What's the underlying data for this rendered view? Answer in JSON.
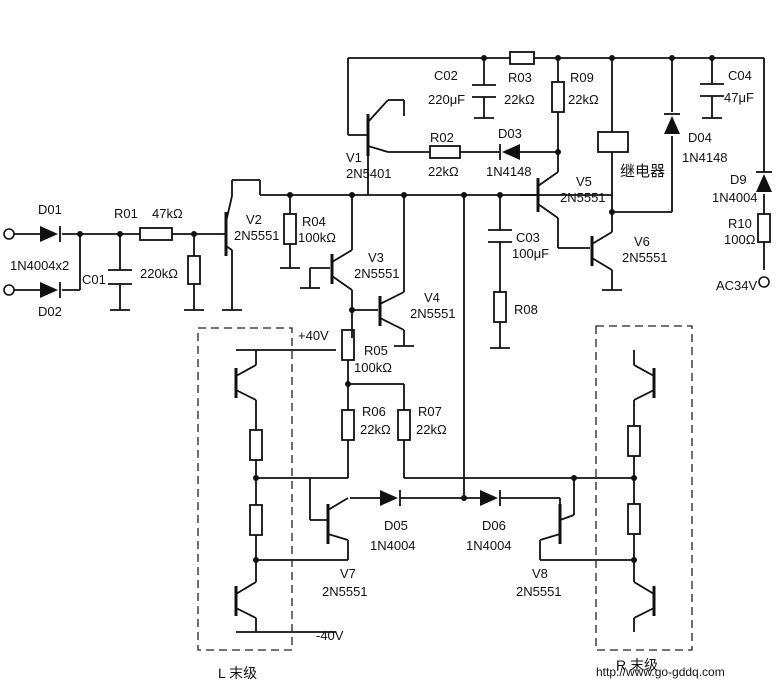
{
  "caption_left": "L 末级",
  "caption_right": "R 末级",
  "watermark": "http://www.go-gddq.com",
  "supply_pos": "+40V",
  "supply_neg": "-40V",
  "ac_input": "AC34V",
  "relay": "继电器",
  "labels": {
    "D01": "D01",
    "D02": "D02",
    "D01_val": "1N4004x2",
    "R01": "R01",
    "R01_val": "47kΩ",
    "C01": "C01",
    "R_bias_val": "220kΩ",
    "V2": "V2",
    "V2_val": "2N5551",
    "R04": "R04",
    "R04_val": "100kΩ",
    "V3": "V3",
    "V3_val": "2N5551",
    "V4": "V4",
    "V4_val": "2N5551",
    "R05": "R05",
    "R05_val": "100kΩ",
    "R06": "R06",
    "R06_val": "22kΩ",
    "R07": "R07",
    "R07_val": "22kΩ",
    "V1": "V1",
    "V1_val": "2N5401",
    "C02": "C02",
    "C02_val": "220μF",
    "R03": "R03",
    "R03_val": "22kΩ",
    "R02": "R02",
    "R02_val": "22kΩ",
    "D03": "D03",
    "D03_val": "1N4148",
    "R09": "R09",
    "R09_val": "22kΩ",
    "V5": "V5",
    "V5_val": "2N5551",
    "C03": "C03",
    "C03_val": "100μF",
    "R08": "R08",
    "V6": "V6",
    "V6_val": "2N5551",
    "C04": "C04",
    "C04_val": "47μF",
    "D04": "D04",
    "D04_val": "1N4148",
    "D9": "D9",
    "D9_val": "1N4004",
    "R10": "R10",
    "R10_val": "100Ω",
    "D05": "D05",
    "D05_val": "1N4004",
    "D06": "D06",
    "D06_val": "1N4004",
    "V7": "V7",
    "V7_val": "2N5551",
    "V8": "V8",
    "V8_val": "2N5551"
  }
}
